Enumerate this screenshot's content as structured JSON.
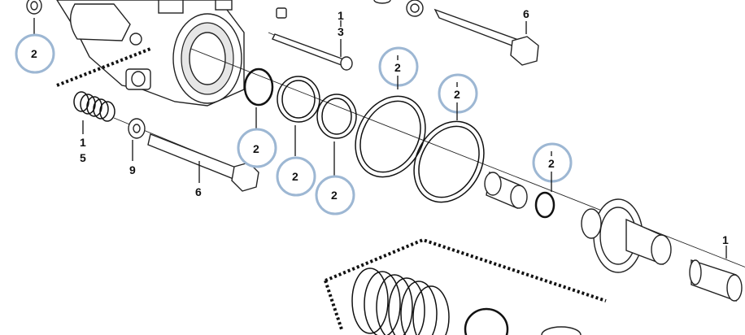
{
  "labels": {
    "callout_top_left": "2",
    "callout_small_oring": "2",
    "callout_ring_a": "2",
    "callout_ring_b": "2",
    "callout_large_ring_a": "2",
    "callout_large_ring_b": "2",
    "callout_small_ring_right": "2",
    "bolt_top_left_1": "1",
    "bolt_top_left_2": "3",
    "bolt_top_right": "6",
    "spring_1": "1",
    "spring_2": "5",
    "washer_left": "9",
    "bolt_bottom": "6",
    "shaft_right": "1"
  }
}
